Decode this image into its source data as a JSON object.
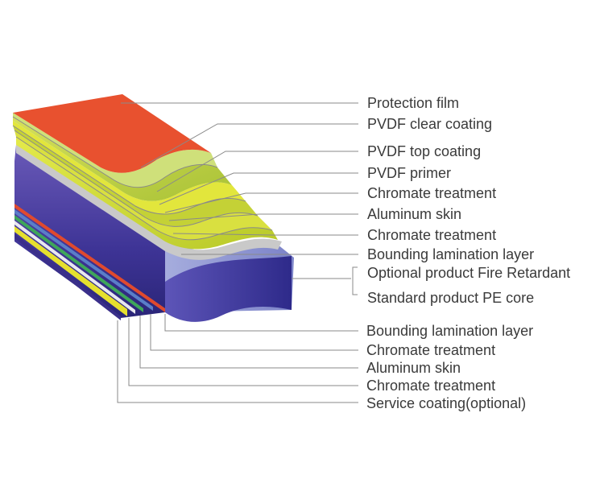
{
  "labels_upper": [
    "Protection film",
    "PVDF clear coating",
    "PVDF top coating",
    "PVDF primer",
    "Chromate treatment",
    "Aluminum skin",
    "Chromate treatment",
    "Bounding lamination layer"
  ],
  "core_labels": [
    "Optional product Fire Retardant",
    "Standard product PE core"
  ],
  "labels_lower": [
    "Bounding lamination layer",
    "Chromate treatment",
    "Aluminum skin",
    "Chromate treatment",
    "Service coating(optional)"
  ],
  "colors": {
    "protection_film": "#e8512f",
    "pvdf_yellow_green": "#c9d84a",
    "core_purple": "#4a3d9e",
    "core_lavender": "#9ea8da",
    "leader_line": "#8a8a8a",
    "label_text": "#3a3a3a"
  }
}
